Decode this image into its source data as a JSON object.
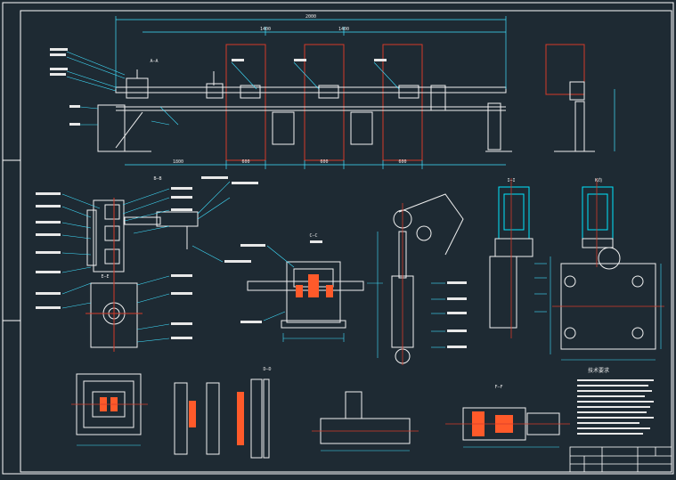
{
  "drawing": {
    "top_dimensions": [
      "2000",
      "1400",
      "1400"
    ],
    "bottom_dimensions": [
      "1800",
      "600",
      "600",
      "600"
    ],
    "section_labels": [
      "A—A",
      "B—B",
      "C—C",
      "D—D",
      "E—E",
      "F—F",
      "K向",
      "I—I"
    ],
    "notes_title": "技术要求",
    "title_block": {
      "row1": "",
      "row2": ""
    }
  },
  "colors": {
    "background": "#1e2a33",
    "frame": "#ffffff",
    "geometry": "#f0f0f0",
    "dimension": "#40e0ff",
    "centerline": "#ff3b3b",
    "motor": "#00e5ff",
    "hatch": "#ff5a2a",
    "text": "#e8e8e8"
  }
}
